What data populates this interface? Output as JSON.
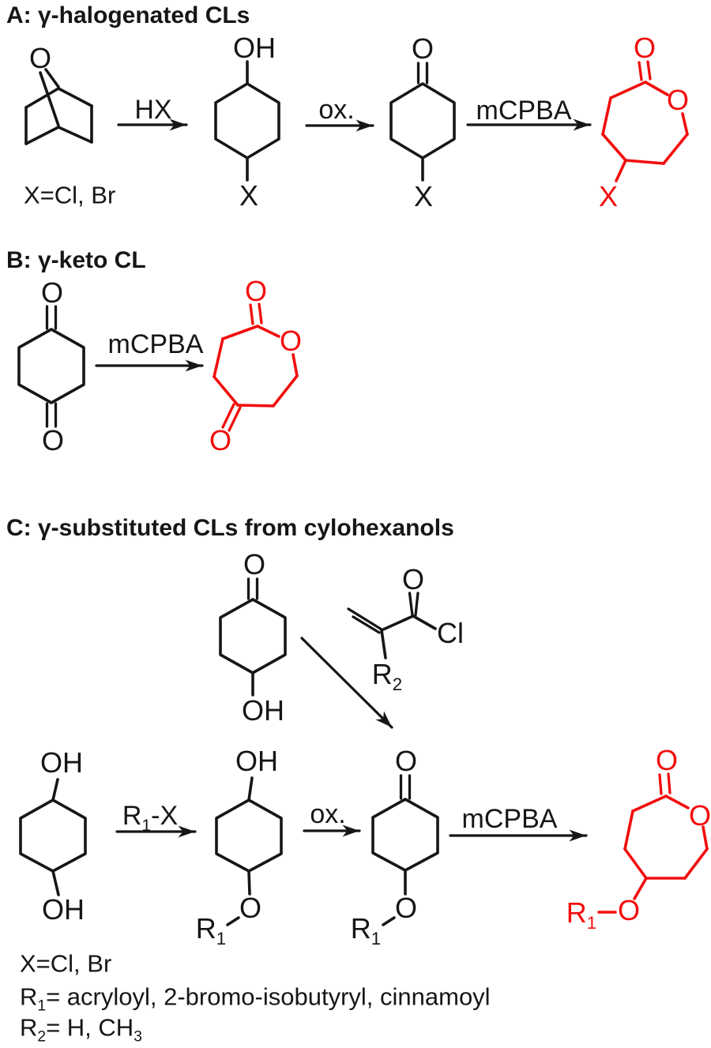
{
  "titles": {
    "a": "A: γ-halogenated CLs",
    "b": "B: γ-keto CL",
    "c": "C: γ-substituted CLs from cylohexanols"
  },
  "reagents": {
    "hx": "HX",
    "ox": "ox.",
    "mcpba": "mCPBA",
    "r1x_base": "R",
    "r1x_sub": "1",
    "r1x_rest": "-X"
  },
  "atoms": {
    "o": "O",
    "oh": "OH",
    "x": "X",
    "cl": "Cl",
    "r_base": "R",
    "r1_sub": "1",
    "r2_sub": "2"
  },
  "definitions": {
    "x": "X=Cl, Br",
    "r1_base": "R",
    "r1_sub": "1",
    "r1_rest": "= acryloyl, 2-bromo-isobutyryl, cinnamoyl",
    "r2_base": "R",
    "r2_sub": "2",
    "r2_rest": "= H, CH",
    "r2_sub2": "3"
  },
  "colors": {
    "ink": "#161616",
    "red": "#f20d0d",
    "background": "#ffffff"
  }
}
